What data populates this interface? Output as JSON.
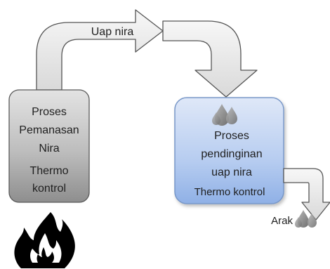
{
  "arrow_top": {
    "label": "Uap nira"
  },
  "heating_process": {
    "lines": [
      "Proses",
      "Pemanasan",
      "Nira"
    ],
    "control": [
      "Thermo",
      "kontrol"
    ]
  },
  "cooling_process": {
    "lines": [
      "Proses",
      "pendinginan",
      "uap nira"
    ],
    "control": "Thermo kontrol"
  },
  "output": {
    "label": "Arak"
  },
  "icons": {
    "fire": "fire-icon",
    "droplets": "water-drops-icon",
    "output_droplets": "water-drops-icon"
  },
  "colors": {
    "heating_box": "#a9a9a9",
    "cooling_box": "#aac4ee",
    "cooling_border": "#7897c8",
    "arrow_fill": "#e6e6e6",
    "arrow_stroke": "#555555"
  }
}
